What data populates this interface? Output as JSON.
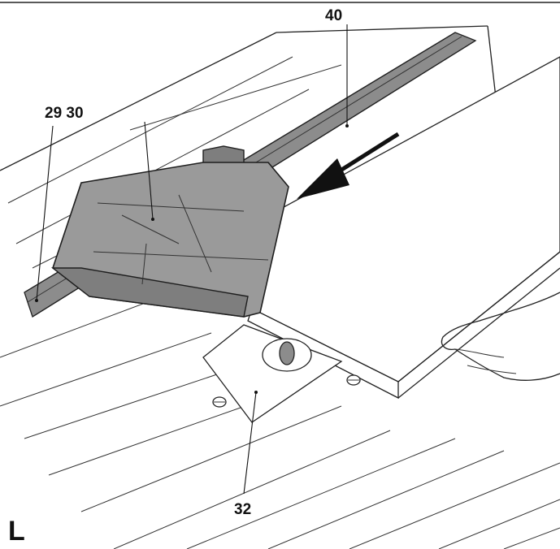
{
  "figure": {
    "letter": "L",
    "callouts": {
      "fence_rail": "40",
      "blade_guard": "29 30",
      "throat_plate": "32"
    }
  },
  "colors": {
    "line": "#222222",
    "shade": "#8c8c8c",
    "guard": "#9a9a9a",
    "background": "#ffffff"
  }
}
